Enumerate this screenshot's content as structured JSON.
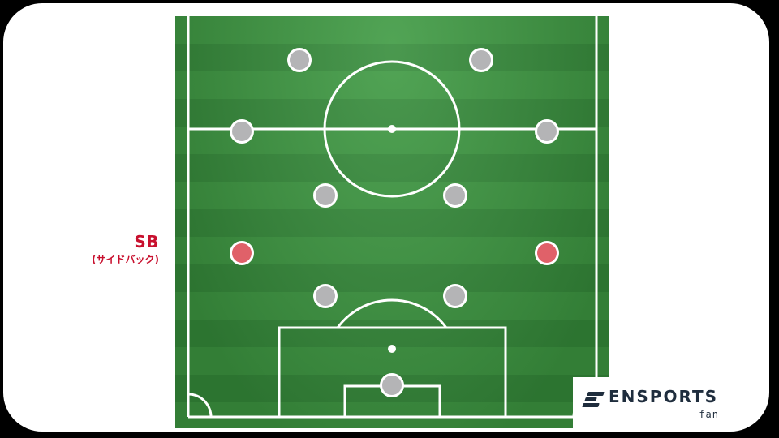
{
  "formation": {
    "players": [
      {
        "role": "forward",
        "highlighted": false
      },
      {
        "role": "forward",
        "highlighted": false
      },
      {
        "role": "wide-midfielder",
        "highlighted": false
      },
      {
        "role": "wide-midfielder",
        "highlighted": false
      },
      {
        "role": "central-midfielder",
        "highlighted": false
      },
      {
        "role": "central-midfielder",
        "highlighted": false
      },
      {
        "role": "side-back",
        "highlighted": true
      },
      {
        "role": "side-back",
        "highlighted": true
      },
      {
        "role": "centre-back",
        "highlighted": false
      },
      {
        "role": "centre-back",
        "highlighted": false
      },
      {
        "role": "goalkeeper",
        "highlighted": false
      }
    ]
  },
  "callout": {
    "label": "SB",
    "sublabel": "(サイドバック)"
  },
  "brand": {
    "name": "ENSPORTS",
    "sub": "fan"
  },
  "colors": {
    "pitch_light": "#3e9a42",
    "pitch_dark": "#368d3b",
    "player_default": "#b4b4b6",
    "player_highlight": "#e06169",
    "callout_text": "#c8102e",
    "brand_text": "#1f2d3d"
  }
}
